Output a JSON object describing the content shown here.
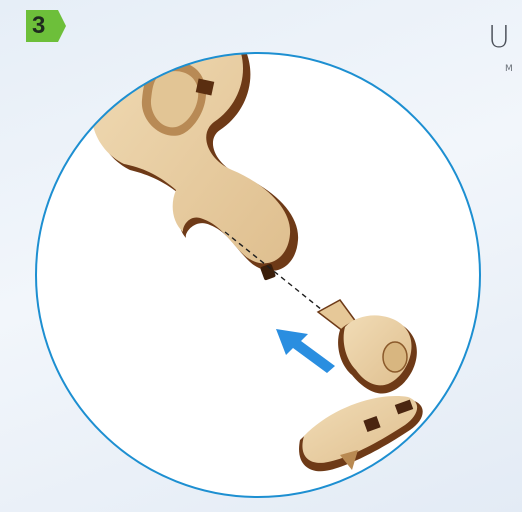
{
  "step": {
    "number": "3"
  },
  "brand": {
    "name": "U",
    "subtitle": "M"
  },
  "colors": {
    "badge": "#6dbf3a",
    "circle": "#1d8fd1",
    "arrow": "#2a8ee0",
    "wood": "#e9cfa4",
    "wood_edge": "#6e3a17"
  },
  "icons": {
    "arrow": "insert-direction-arrow"
  }
}
